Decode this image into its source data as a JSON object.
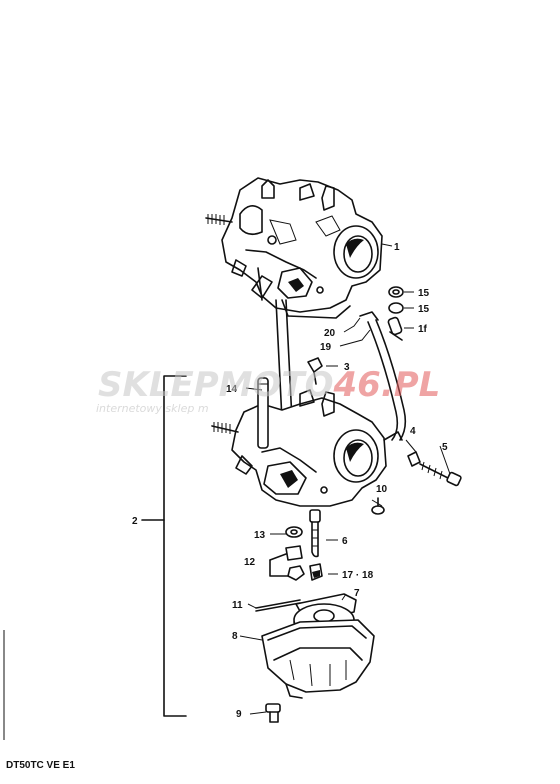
{
  "diagram": {
    "model_code": "DT50TC VE E1",
    "callouts": {
      "c1": "1",
      "c15a": "15",
      "c15b": "15",
      "c16": "1f",
      "c20": "20",
      "c19": "19",
      "c3": "3",
      "c14": "14",
      "c4": "4",
      "c5": "5",
      "c2": "2",
      "c10": "10",
      "c13": "13",
      "c6": "6",
      "c12": "12",
      "c1718": "17 · 18",
      "c7": "7",
      "c11": "11",
      "c8": "8",
      "c9": "9"
    }
  },
  "watermark": {
    "brand_left": "SKLEP",
    "brand_mid": "MOTO",
    "brand_right": "46.PL",
    "tagline": "internetowy sklep m"
  }
}
